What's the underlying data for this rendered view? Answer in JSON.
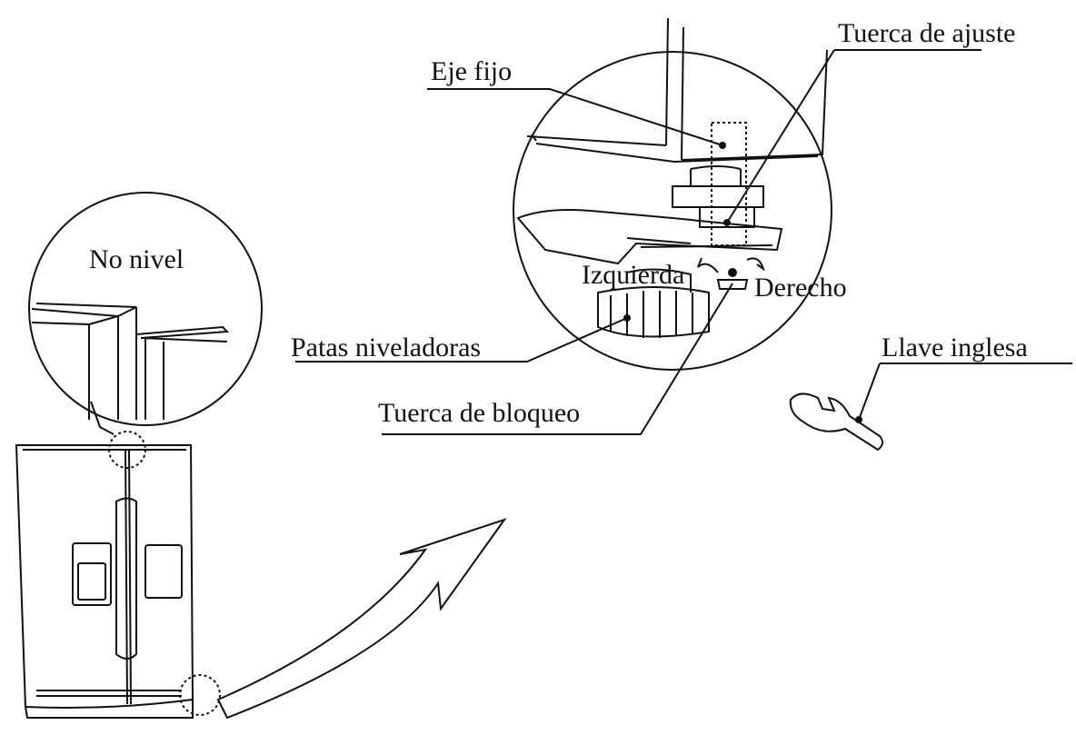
{
  "labels": {
    "adjust_nut": "Tuerca de ajuste",
    "fixed_axis": "Eje fijo",
    "not_level": "No nivel",
    "left": "Izquierda",
    "right": "Derecho",
    "leveling_legs": "Patas niveladoras",
    "lock_nut": "Tuerca de bloqueo",
    "wrench": "Llave inglesa"
  },
  "colors": {
    "line": "#111111",
    "background": "#ffffff"
  }
}
